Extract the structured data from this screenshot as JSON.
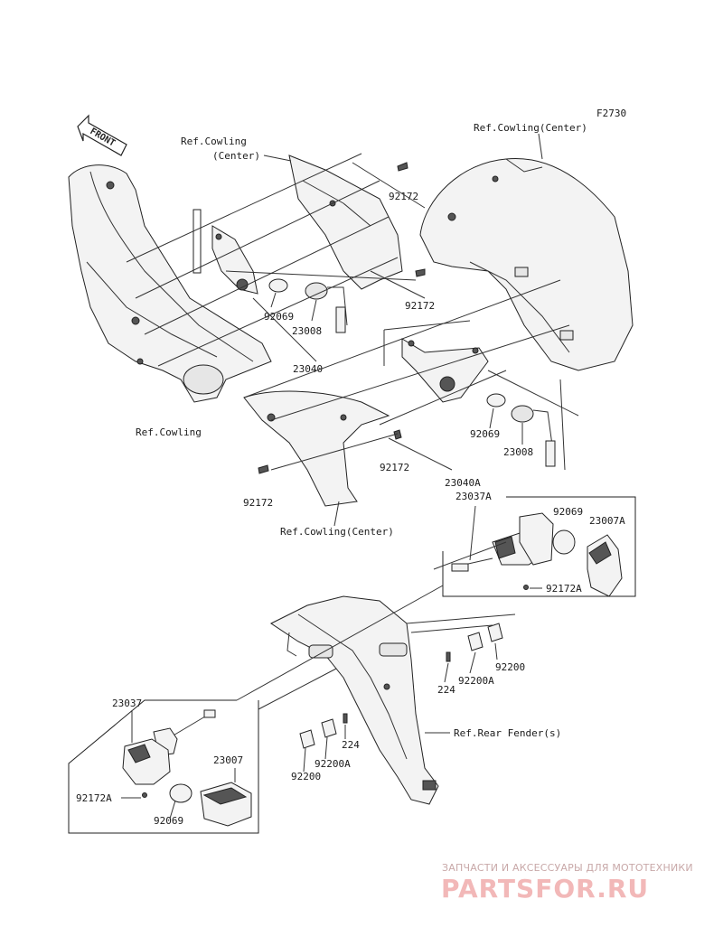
{
  "figure_code": "F2730",
  "front_label": "FRONT",
  "ref_labels": {
    "cowling_center_a_line1": "Ref.Cowling",
    "cowling_center_a_line2": "(Center)",
    "cowling_center_b": "Ref.Cowling(Center)",
    "cowling": "Ref.Cowling",
    "cowling_center_c": "Ref.Cowling(Center)",
    "rear_fender": "Ref.Rear Fender(s)"
  },
  "part_labels": {
    "p92172_a": "92172",
    "p92172_b": "92172",
    "p92069_a": "92069",
    "p23008_a": "23008",
    "p23040": "23040",
    "p92069_b": "92069",
    "p23008_b": "23008",
    "p92172_c": "92172",
    "p92172_d": "92172",
    "p23040A": "23040A",
    "p23037A": "23037A",
    "p92069_c": "92069",
    "p23007A": "23007A",
    "p92172A_a": "92172A",
    "p92200_a": "92200",
    "p92200A_a": "92200A",
    "p224_a": "224",
    "p23037": "23037",
    "p224_b": "224",
    "p92200A_b": "92200A",
    "p92200_b": "92200",
    "p23007": "23007",
    "p92172A_b": "92172A",
    "p92069_d": "92069"
  },
  "watermark": {
    "tagline": "ЗАПЧАСТИ И АКСЕССУАРЫ ДЛЯ МОТОТЕХНИКИ",
    "brand": "PARTSFOR.RU",
    "color": "#e89a9a"
  }
}
